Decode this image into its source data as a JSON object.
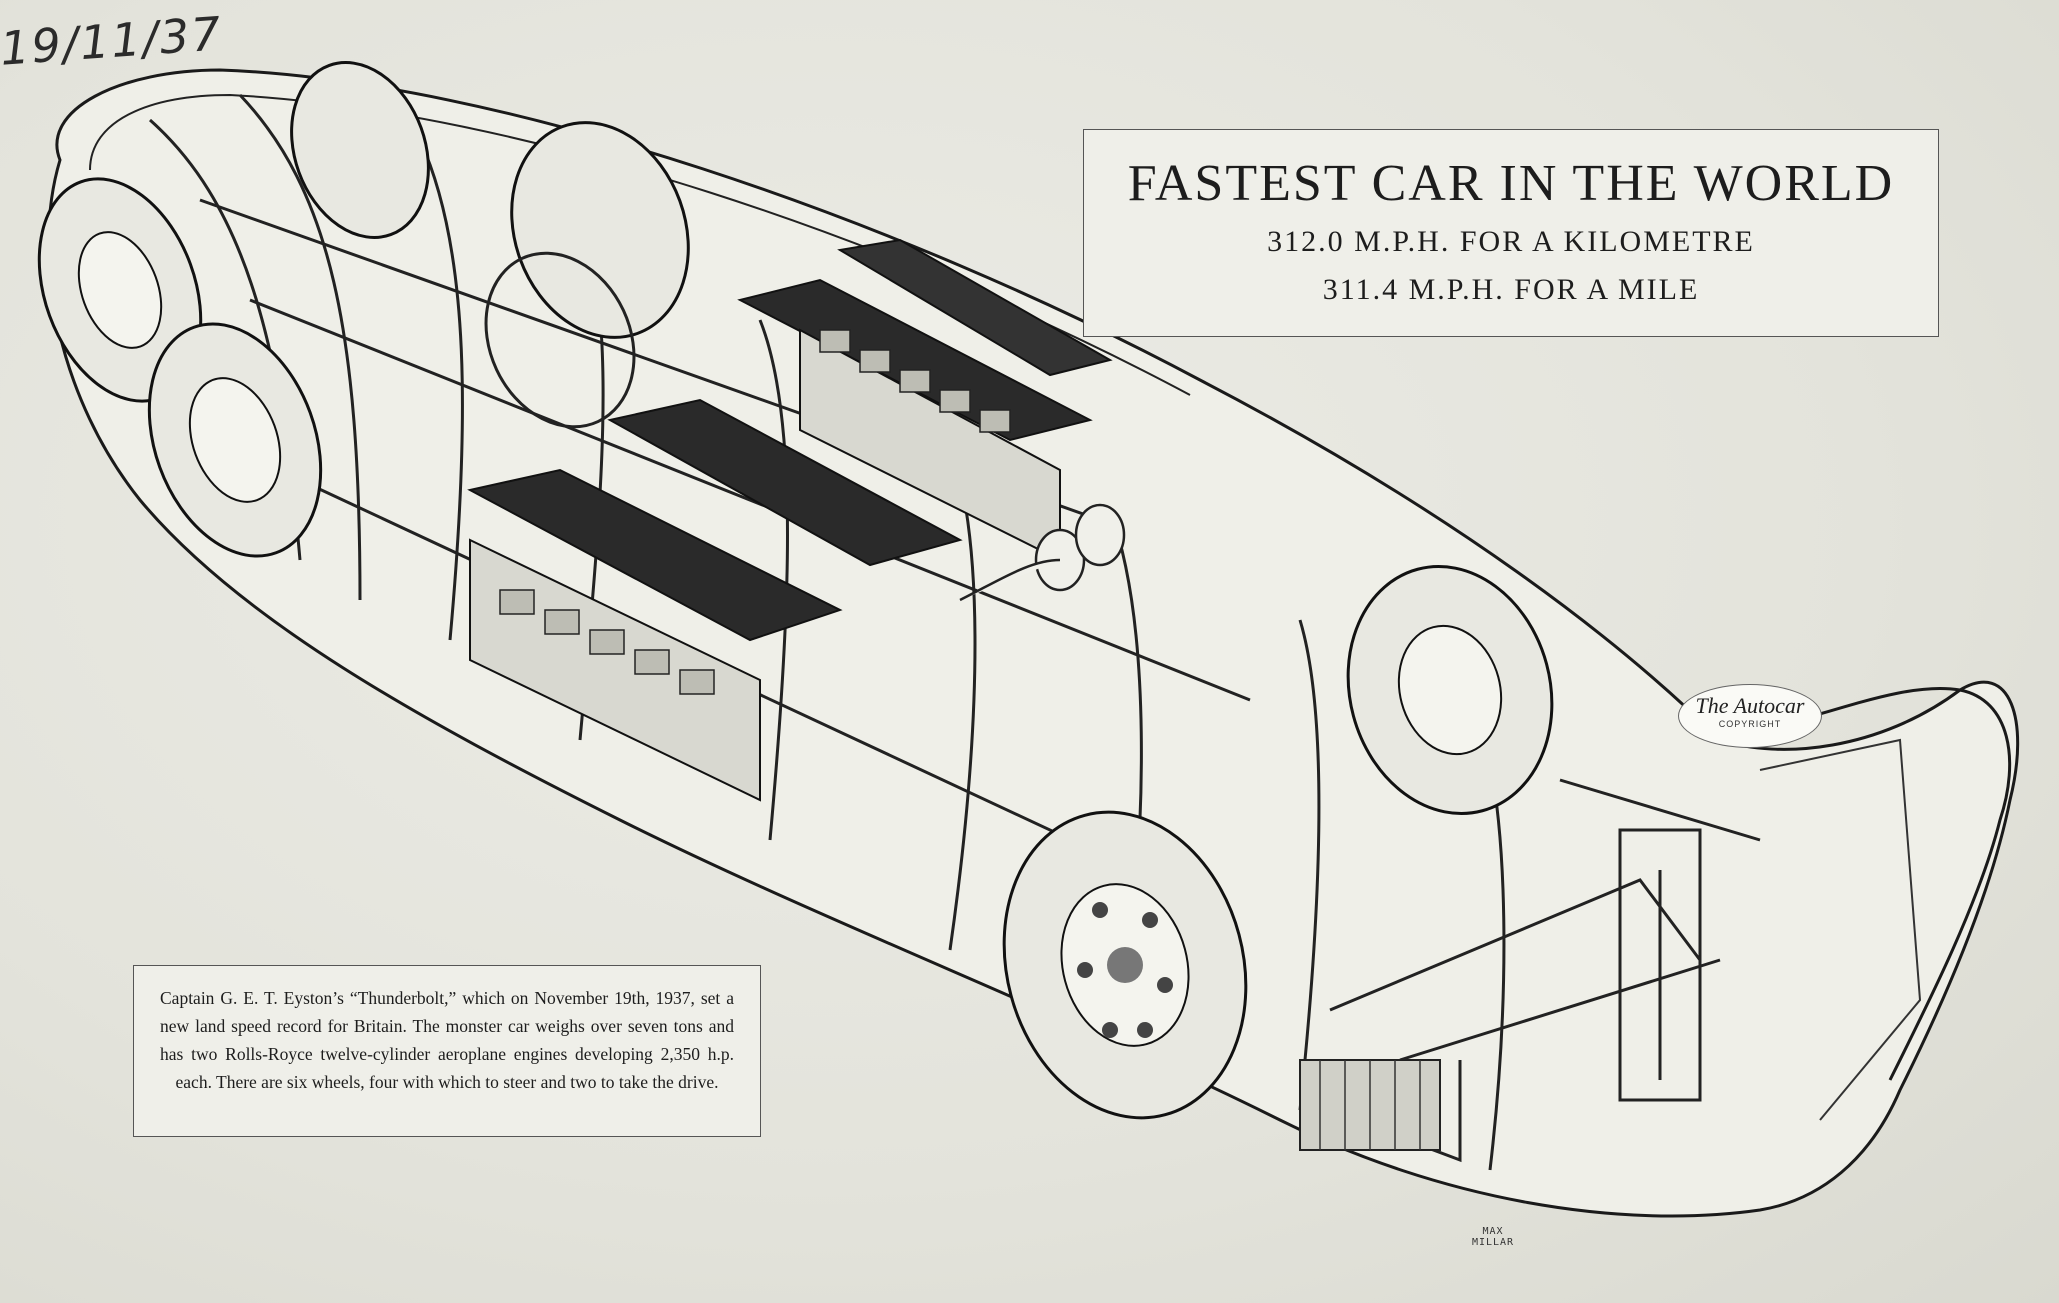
{
  "handwritten_date": "19/11/37",
  "title": {
    "main": "FASTEST CAR IN THE WORLD",
    "kilometre": "312.0  M.P.H.  FOR  A  KILOMETRE",
    "mile": "311.4  M.P.H.  FOR  A  MILE"
  },
  "caption": "Captain G. E. T. Eyston’s “Thunderbolt,” which on November 19th, 1937, set a new land speed record for Britain.  The monster car weighs over seven tons and has two Rolls-Royce twelve-cylinder aeroplane engines developing 2,350 h.p. each.  There are six wheels, four with which to steer and two to take the drive.",
  "logo": {
    "name": "The Autocar",
    "sub": "COPYRIGHT"
  },
  "signature": {
    "line1": "MAX",
    "line2": "MILLAR"
  },
  "colors": {
    "background": "#e4e4dc",
    "ink": "#1d1d1d"
  }
}
